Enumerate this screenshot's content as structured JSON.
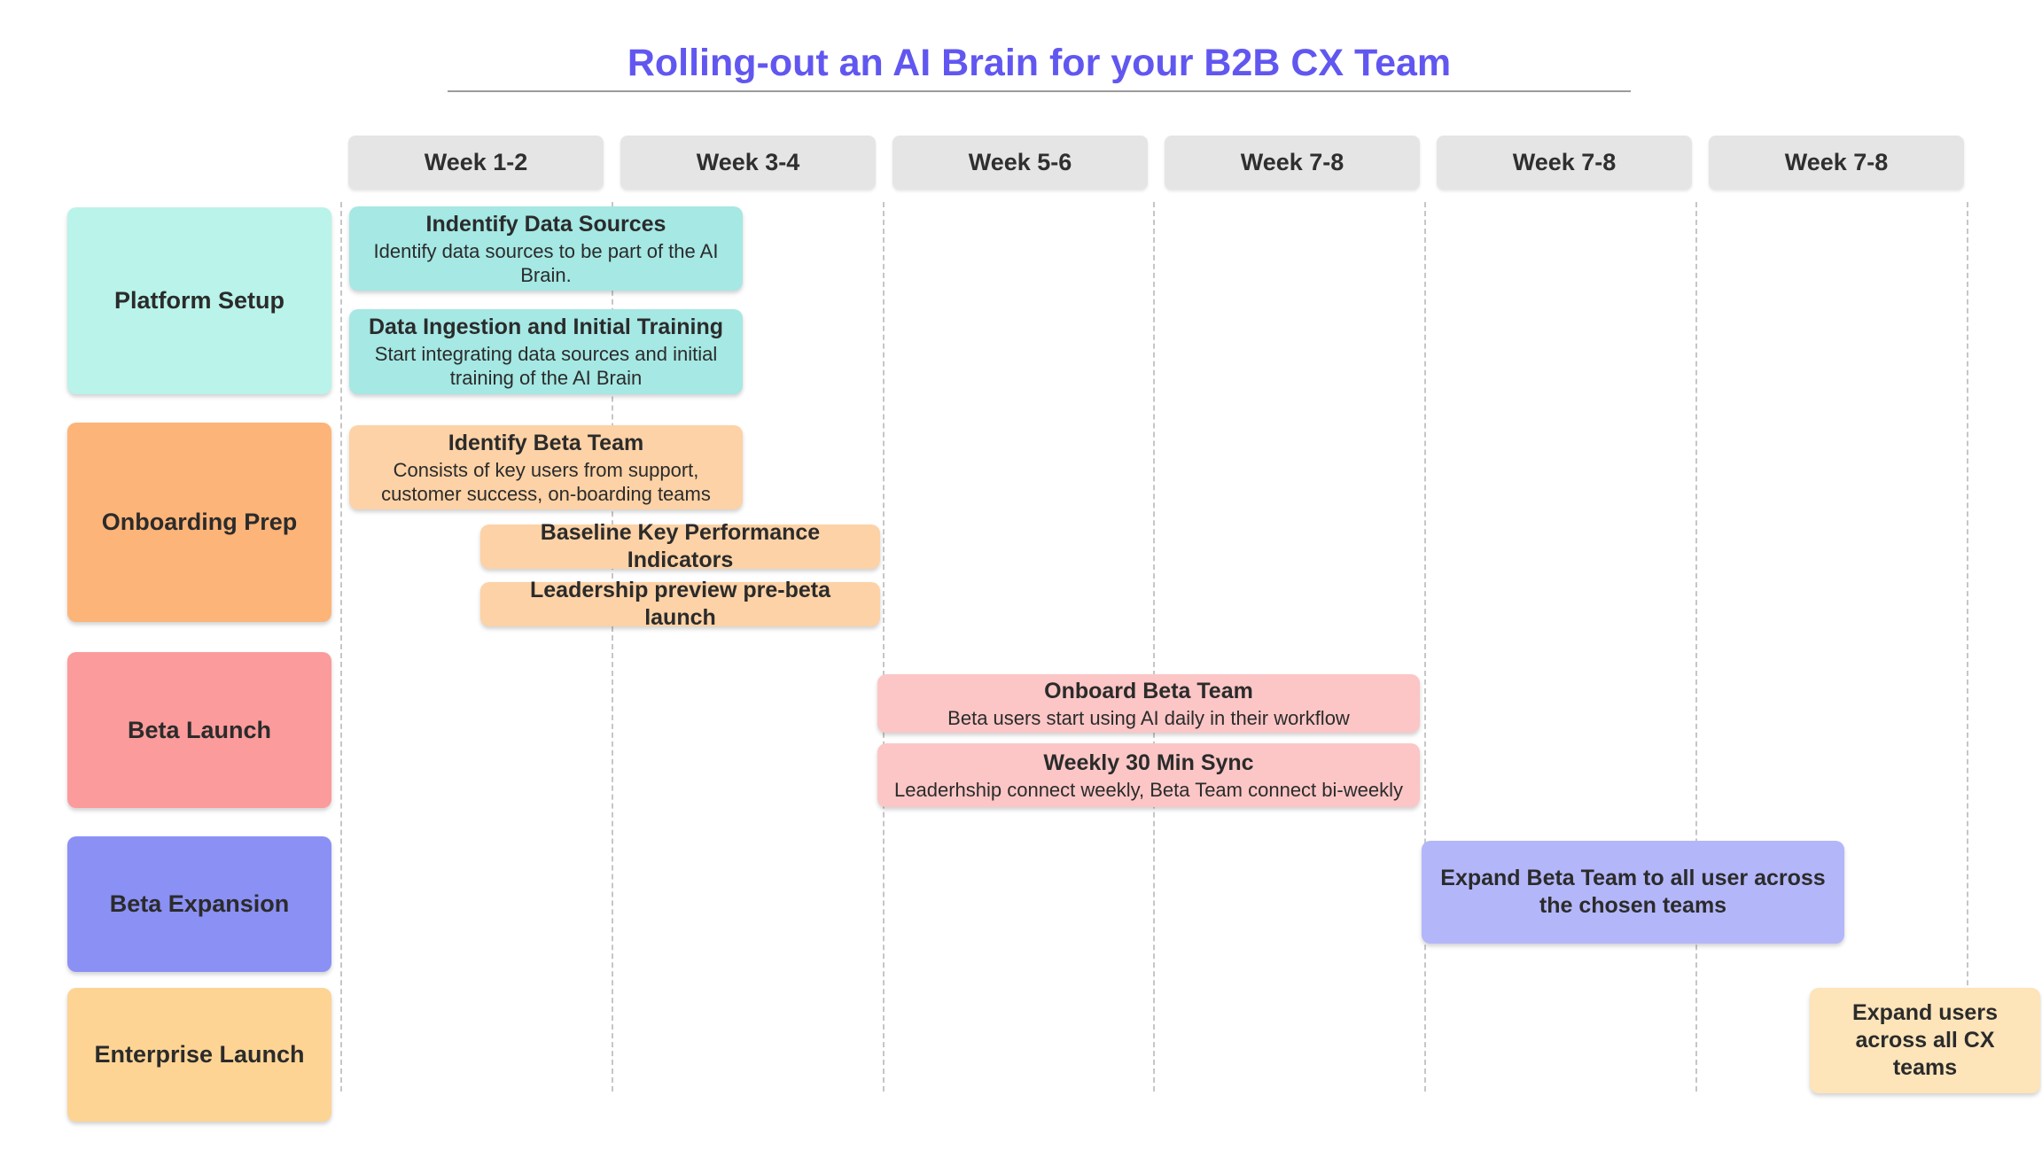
{
  "page": {
    "title": "Rolling-out an AI Brain for your B2B CX Team",
    "title_color": "#6157f0"
  },
  "timeline": {
    "header_bg": "#e5e5e5",
    "columns": [
      "Week 1-2",
      "Week 3-4",
      "Week 5-6",
      "Week 7-8",
      "Week 7-8",
      "Week 7-8"
    ]
  },
  "grid": {
    "line_color": "#c6c6c6"
  },
  "rows": [
    {
      "label": "Platform Setup",
      "label_bg": "#b9f3e9",
      "task_bg": "#a5e8e4",
      "tasks": [
        {
          "title": "Indentify Data Sources",
          "subtitle": "Identify data sources to be part of the AI Brain."
        },
        {
          "title": "Data Ingestion and Initial Training",
          "subtitle": "Start integrating data sources and initial training of the AI Brain"
        }
      ]
    },
    {
      "label": "Onboarding Prep",
      "label_bg": "#fdb478",
      "task_bg": "#fdd2a6",
      "tasks": [
        {
          "title": "Identify Beta Team",
          "subtitle": "Consists of key users from  support, customer success, on-boarding teams"
        },
        {
          "title": "Baseline Key Performance Indicators",
          "subtitle": ""
        },
        {
          "title": "Leadership preview pre-beta launch",
          "subtitle": ""
        }
      ]
    },
    {
      "label": "Beta Launch",
      "label_bg": "#fb9b9b",
      "task_bg": "#fcc6c6",
      "tasks": [
        {
          "title": "Onboard Beta Team",
          "subtitle": "Beta users start using AI daily in their workflow"
        },
        {
          "title": "Weekly 30 Min Sync",
          "subtitle": "Leaderhship connect weekly, Beta Team connect bi-weekly"
        }
      ]
    },
    {
      "label": "Beta Expansion",
      "label_bg": "#8b90f5",
      "task_bg": "#b4b6fa",
      "tasks": [
        {
          "title": "Expand Beta Team to all user across the chosen teams",
          "subtitle": ""
        }
      ]
    },
    {
      "label": "Enterprise Launch",
      "label_bg": "#fdd494",
      "task_bg": "#fde4b9",
      "tasks": [
        {
          "title": "Expand users across all CX teams",
          "subtitle": ""
        }
      ]
    }
  ]
}
